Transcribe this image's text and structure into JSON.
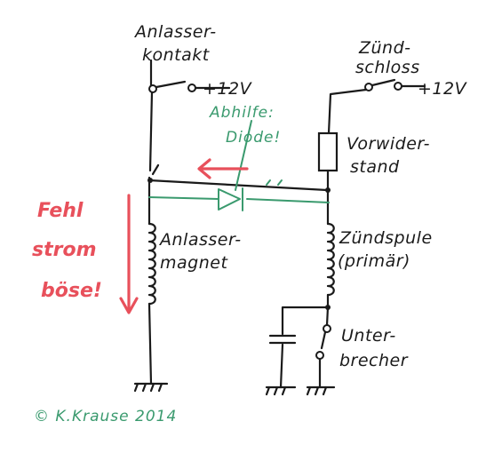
{
  "labels": {
    "starter_contact": [
      "Anlasser-",
      "kontakt"
    ],
    "starter_voltage": "+12V",
    "ignition_lock": [
      "Zünd-",
      "schloss"
    ],
    "ignition_voltage": "+12V",
    "ballast_resistor": [
      "Vorwider-",
      "stand"
    ],
    "remedy": [
      "Abhilfe:",
      "Diode!"
    ],
    "starter_magnet": [
      "Anlasser-",
      "magnet"
    ],
    "ignition_coil": [
      "Zündspule",
      "(primär)"
    ],
    "breaker": [
      "Unter-",
      "brecher"
    ],
    "fault_current": [
      "Fehl",
      "strom",
      "böse!"
    ],
    "copyright": "© K.Krause 2014"
  },
  "colors": {
    "ink": "#1a1a1a",
    "remedy": "#3a9a6e",
    "fault": "#e8505b"
  }
}
